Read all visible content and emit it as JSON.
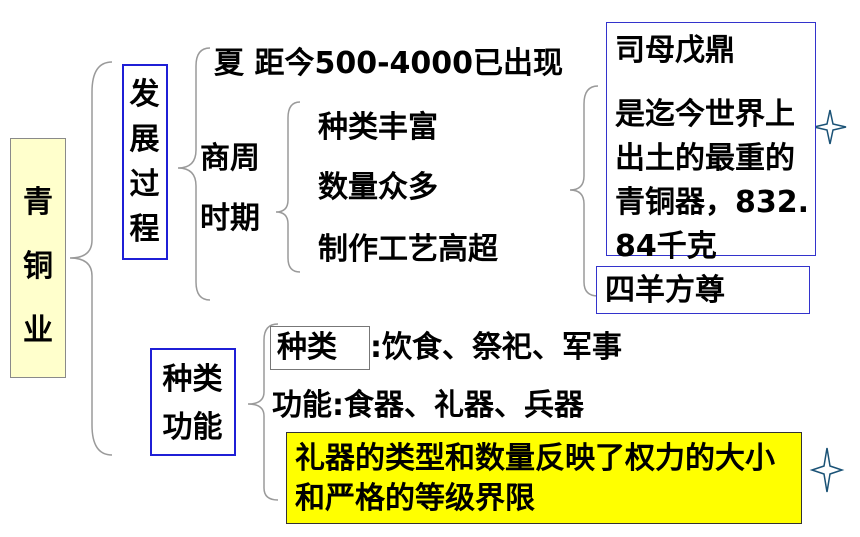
{
  "root": {
    "chars": [
      "青",
      "铜",
      "业"
    ]
  },
  "development": {
    "label_chars": [
      "发",
      "展",
      "过",
      "程"
    ],
    "xia": "夏  距今500-4000已出现",
    "shang_zhou_line1": "商周",
    "shang_zhou_line2": "时期",
    "features": [
      "种类丰富",
      "数量众多",
      "制作工艺高超"
    ],
    "examples": {
      "ding_title": "司母戊鼎",
      "ding_desc": "是迄今世界上出土的最重的青铜器，832.84千克",
      "zun": "四羊方尊"
    }
  },
  "type_function": {
    "label_line1": "种类",
    "label_line2": "功能",
    "type_label": "种类",
    "type_value": ":饮食、祭祀、军事",
    "function_line": "功能:食器、礼器、兵器",
    "highlight": "礼器的类型和数量反映了权力的大小和严格的等级界限"
  },
  "colors": {
    "root_fill": "#ffffcc",
    "box_border": "#1f1fd6",
    "highlight_fill": "#ffff00",
    "star": "#1a5276"
  },
  "icons": [
    "star-icon",
    "star-icon"
  ]
}
